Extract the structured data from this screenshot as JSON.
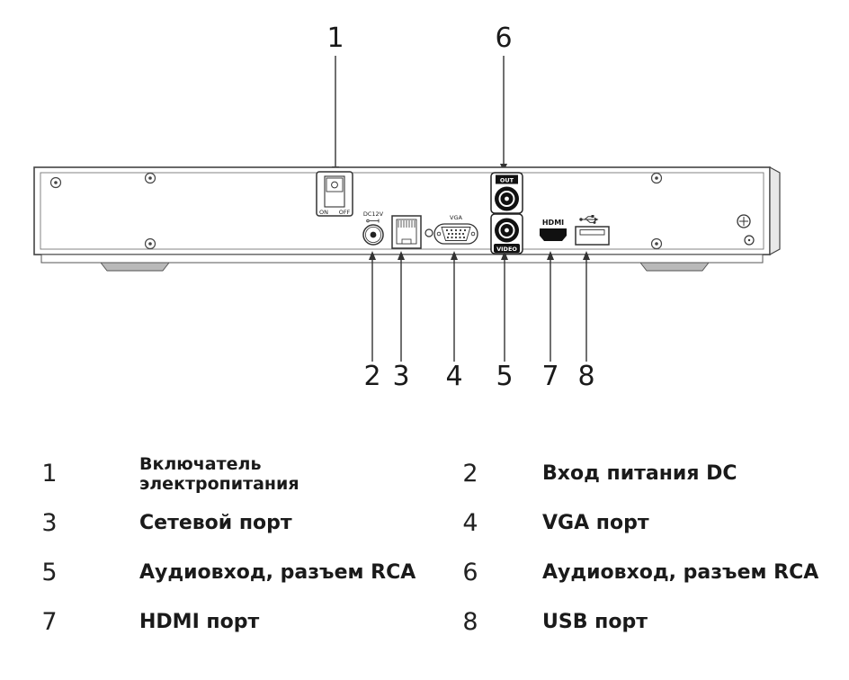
{
  "diagram": {
    "top_callouts": [
      {
        "num": "1"
      },
      {
        "num": "6"
      }
    ],
    "bottom_callouts": [
      {
        "num": "2"
      },
      {
        "num": "3"
      },
      {
        "num": "4"
      },
      {
        "num": "5"
      },
      {
        "num": "7"
      },
      {
        "num": "8"
      }
    ],
    "panel_labels": {
      "switch_on": "ON",
      "switch_off": "OFF",
      "dc": "DC12V",
      "vga": "VGA",
      "rca_out": "OUT",
      "rca_video": "VIDEO",
      "hdmi": "HDMI"
    },
    "colors": {
      "line": "#333333",
      "port_black": "#111111",
      "panel_fill": "#ffffff"
    }
  },
  "legend": {
    "rows": [
      {
        "left_num": "1",
        "left_label": "Включатель электропитания",
        "right_num": "2",
        "right_label": "Вход питания DC"
      },
      {
        "left_num": "3",
        "left_label": "Сетевой порт",
        "right_num": "4",
        "right_label": "VGA порт"
      },
      {
        "left_num": "5",
        "left_label": "Аудиовход, разъем RCA",
        "right_num": "6",
        "right_label": "Аудиовход, разъем RCA"
      },
      {
        "left_num": "7",
        "left_label": "HDMI порт",
        "right_num": "8",
        "right_label": "USB порт"
      }
    ]
  }
}
